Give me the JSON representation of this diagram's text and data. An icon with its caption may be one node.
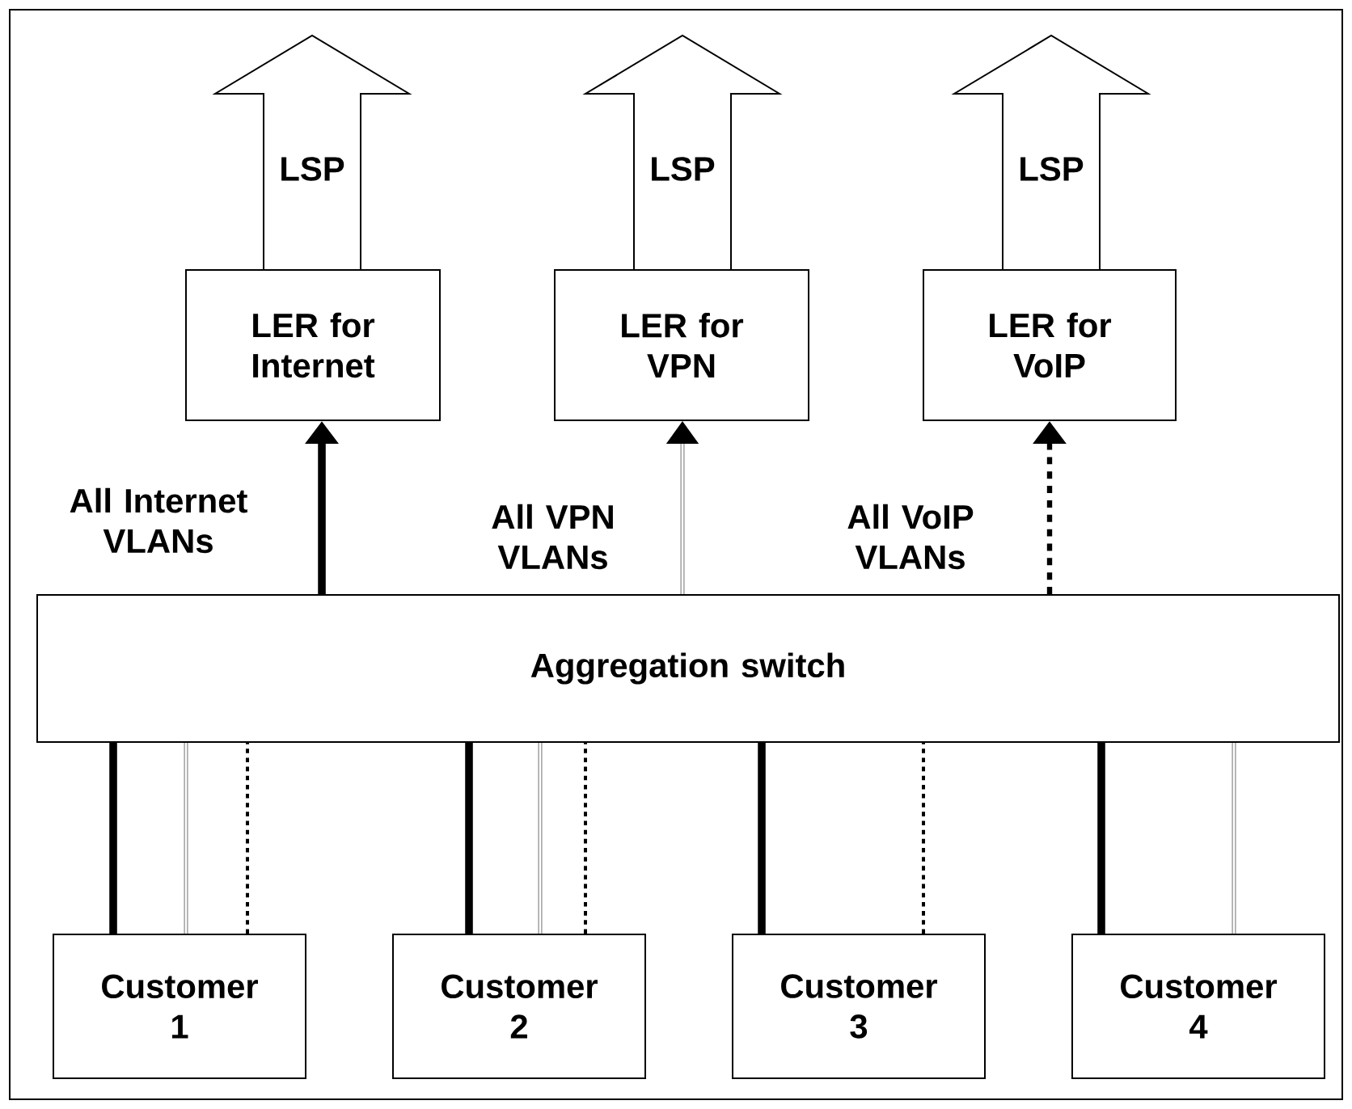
{
  "diagram": {
    "nodes": [
      {
        "text": [
          "LSP"
        ]
      },
      {
        "text": [
          "LSP"
        ]
      },
      {
        "text": [
          "LSP"
        ]
      },
      {
        "text": [
          "LER for Internet"
        ]
      },
      {
        "text": [
          "LER for VPN"
        ]
      },
      {
        "text": [
          "LER for VoIP"
        ]
      },
      {
        "text": [
          "Aggregation switch"
        ]
      },
      {
        "text": [
          "Customer 1"
        ]
      },
      {
        "text": [
          "Customer 2"
        ]
      },
      {
        "text": [
          "Customer 3"
        ]
      },
      {
        "text": [
          "Customer 4"
        ]
      }
    ],
    "edges": [
      {
        "from": 6,
        "to": 3,
        "arrow": "to",
        "label": "All Internet VLANs",
        "style": "thick"
      },
      {
        "from": 6,
        "to": 4,
        "arrow": "to",
        "label": "All VPN VLANs",
        "color": "#999999"
      },
      {
        "from": 6,
        "to": 5,
        "arrow": "to",
        "label": "All VoIP VLANs",
        "style": "dashed"
      },
      {
        "from": 7,
        "to": 6,
        "arrow": "none",
        "style": "thick"
      },
      {
        "from": 7,
        "to": 6,
        "arrow": "none",
        "color": "#999999"
      },
      {
        "from": 7,
        "to": 6,
        "arrow": "none",
        "style": "dashed"
      },
      {
        "from": 8,
        "to": 6,
        "arrow": "none",
        "style": "thick"
      },
      {
        "from": 8,
        "to": 6,
        "arrow": "none",
        "color": "#999999"
      },
      {
        "from": 8,
        "to": 6,
        "arrow": "none",
        "style": "dashed"
      },
      {
        "from": 9,
        "to": 6,
        "arrow": "none",
        "style": "thick"
      },
      {
        "from": 9,
        "to": 6,
        "arrow": "none",
        "style": "dashed"
      },
      {
        "from": 10,
        "to": 6,
        "arrow": "none",
        "style": "thick"
      },
      {
        "from": 10,
        "to": 6,
        "arrow": "none",
        "color": "#999999"
      }
    ]
  }
}
